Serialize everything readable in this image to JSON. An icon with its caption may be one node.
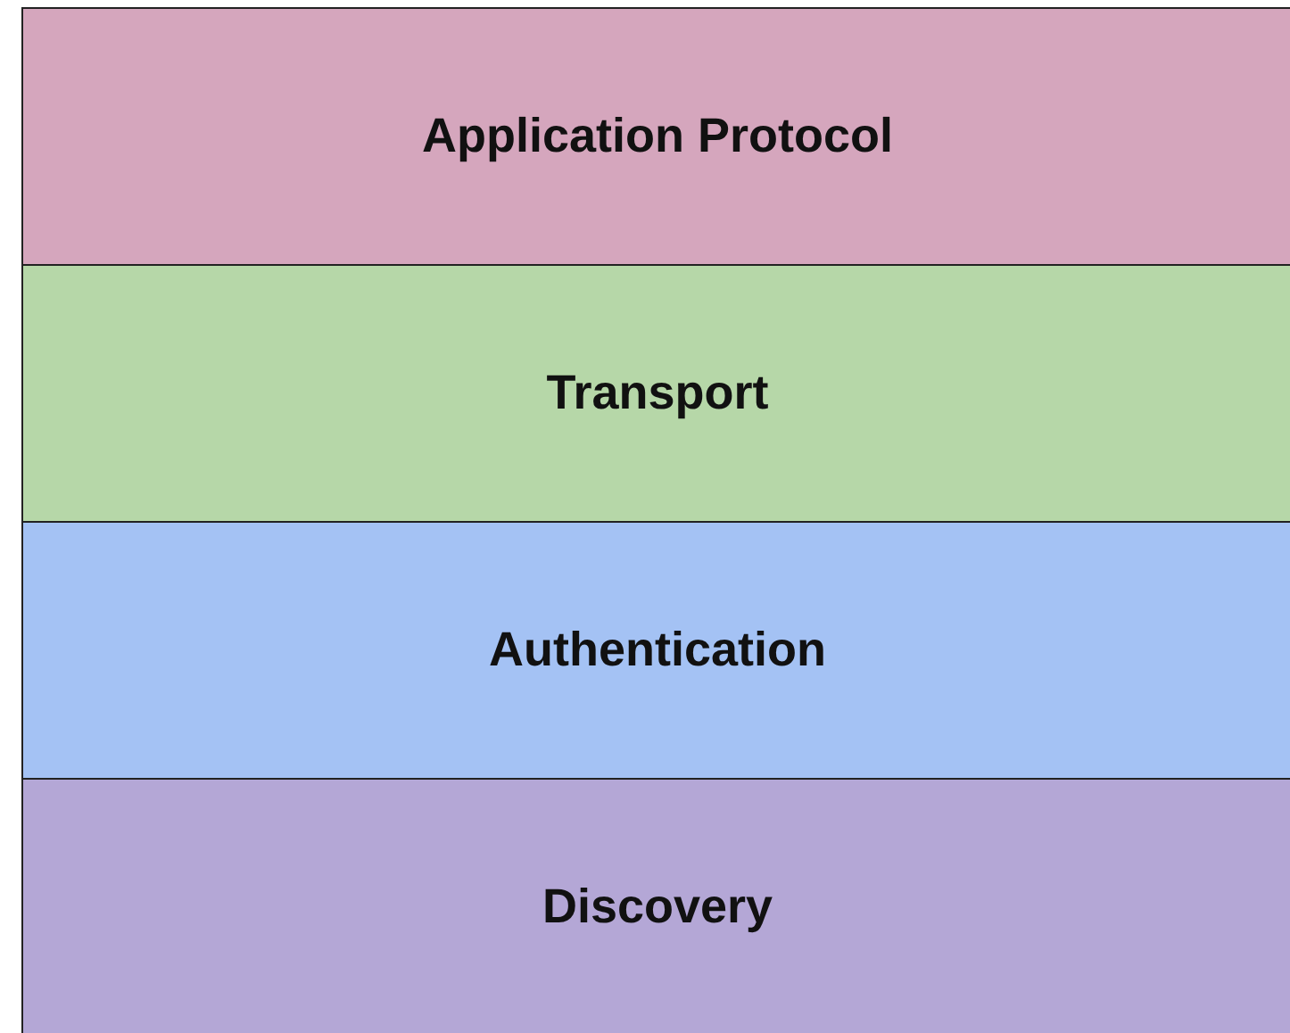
{
  "diagram": {
    "nodes": [
      {
        "text": [
          "Application Protocol"
        ]
      },
      {
        "text": [
          "Transport"
        ]
      },
      {
        "text": [
          "Authentication"
        ]
      },
      {
        "text": [
          "Discovery"
        ]
      }
    ]
  }
}
